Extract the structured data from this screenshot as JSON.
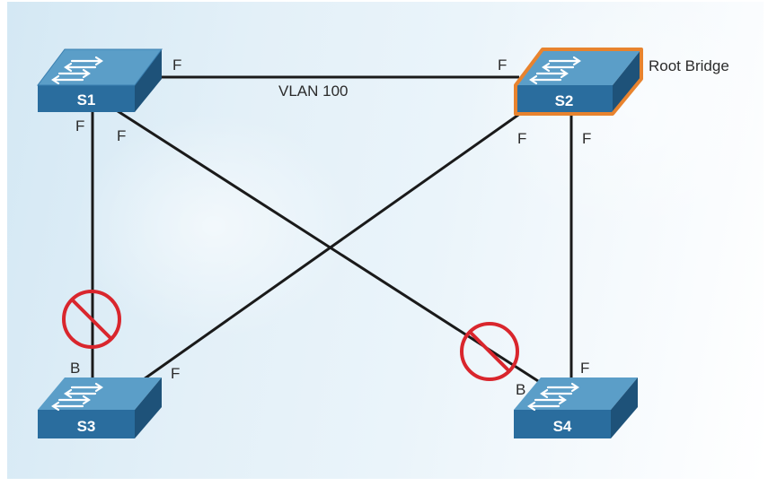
{
  "vlan_label": "VLAN 100",
  "root_label": "Root Bridge",
  "switches": {
    "s1": "S1",
    "s2": "S2",
    "s3": "S3",
    "s4": "S4"
  },
  "port_states": {
    "s1_right": "F",
    "s1_down": "F",
    "s1_diag": "F",
    "s2_left": "F",
    "s2_diag": "F",
    "s2_down": "F",
    "s3_up": "B",
    "s3_diag": "F",
    "s4_diag": "B",
    "s4_up": "F"
  },
  "colors": {
    "link": "#1a1a1a",
    "switch_top": "#5b9ec8",
    "switch_front": "#2a6d9e",
    "switch_side": "#1e5279",
    "root_outline": "#e8832e",
    "blocked_symbol": "#d9262d"
  }
}
